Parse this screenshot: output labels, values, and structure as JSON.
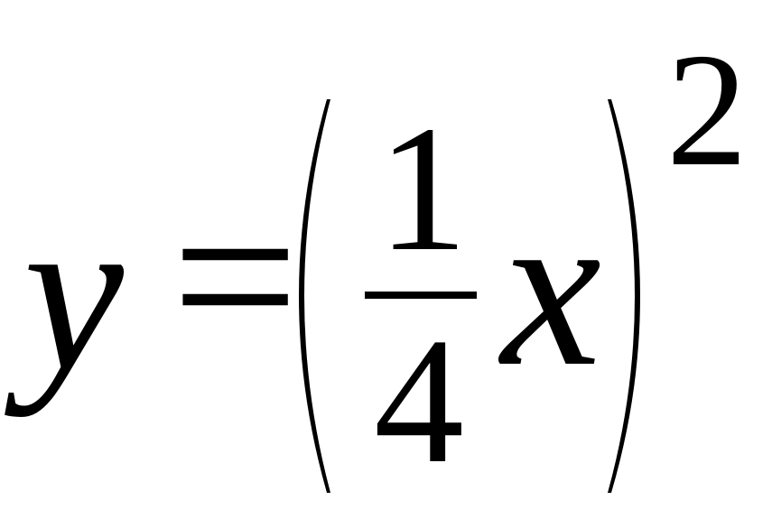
{
  "formula": {
    "lhs": "y",
    "equals": "=",
    "numerator": "1",
    "denominator": "4",
    "variable": "x",
    "exponent": "2"
  }
}
